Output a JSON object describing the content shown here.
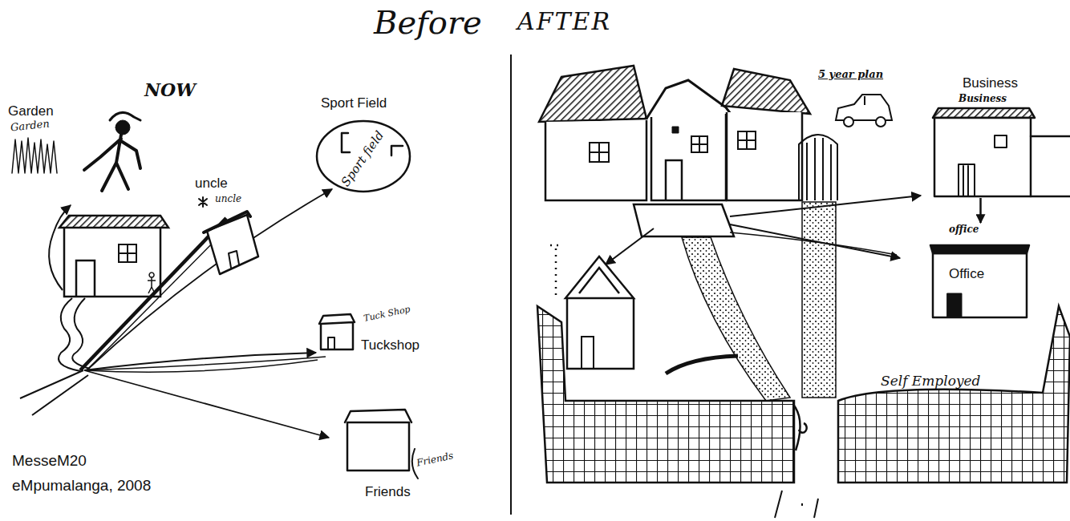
{
  "diagram": {
    "nodes": [
      {
        "text": [
          "Garden",
          "Garden"
        ]
      },
      {
        "text": [
          "uncle",
          "uncle"
        ]
      },
      {
        "text": [
          "Sport Field",
          "Sport field"
        ]
      },
      {
        "text": [
          "Tuck Shop",
          "Tuckshop"
        ]
      },
      {
        "text": [
          "Friends",
          "Friends"
        ]
      },
      {
        "text": [
          "Business",
          "Business"
        ]
      },
      {
        "text": [
          "office",
          "Office"
        ]
      }
    ],
    "edges": [
      {
        "from": 5,
        "to": 6,
        "arrow": "to"
      }
    ],
    "labels": [
      "Before",
      "NOW",
      "AFTER",
      "5 year plan",
      "Self Employed",
      "MesseM20",
      "eMpumalanga, 2008"
    ]
  }
}
